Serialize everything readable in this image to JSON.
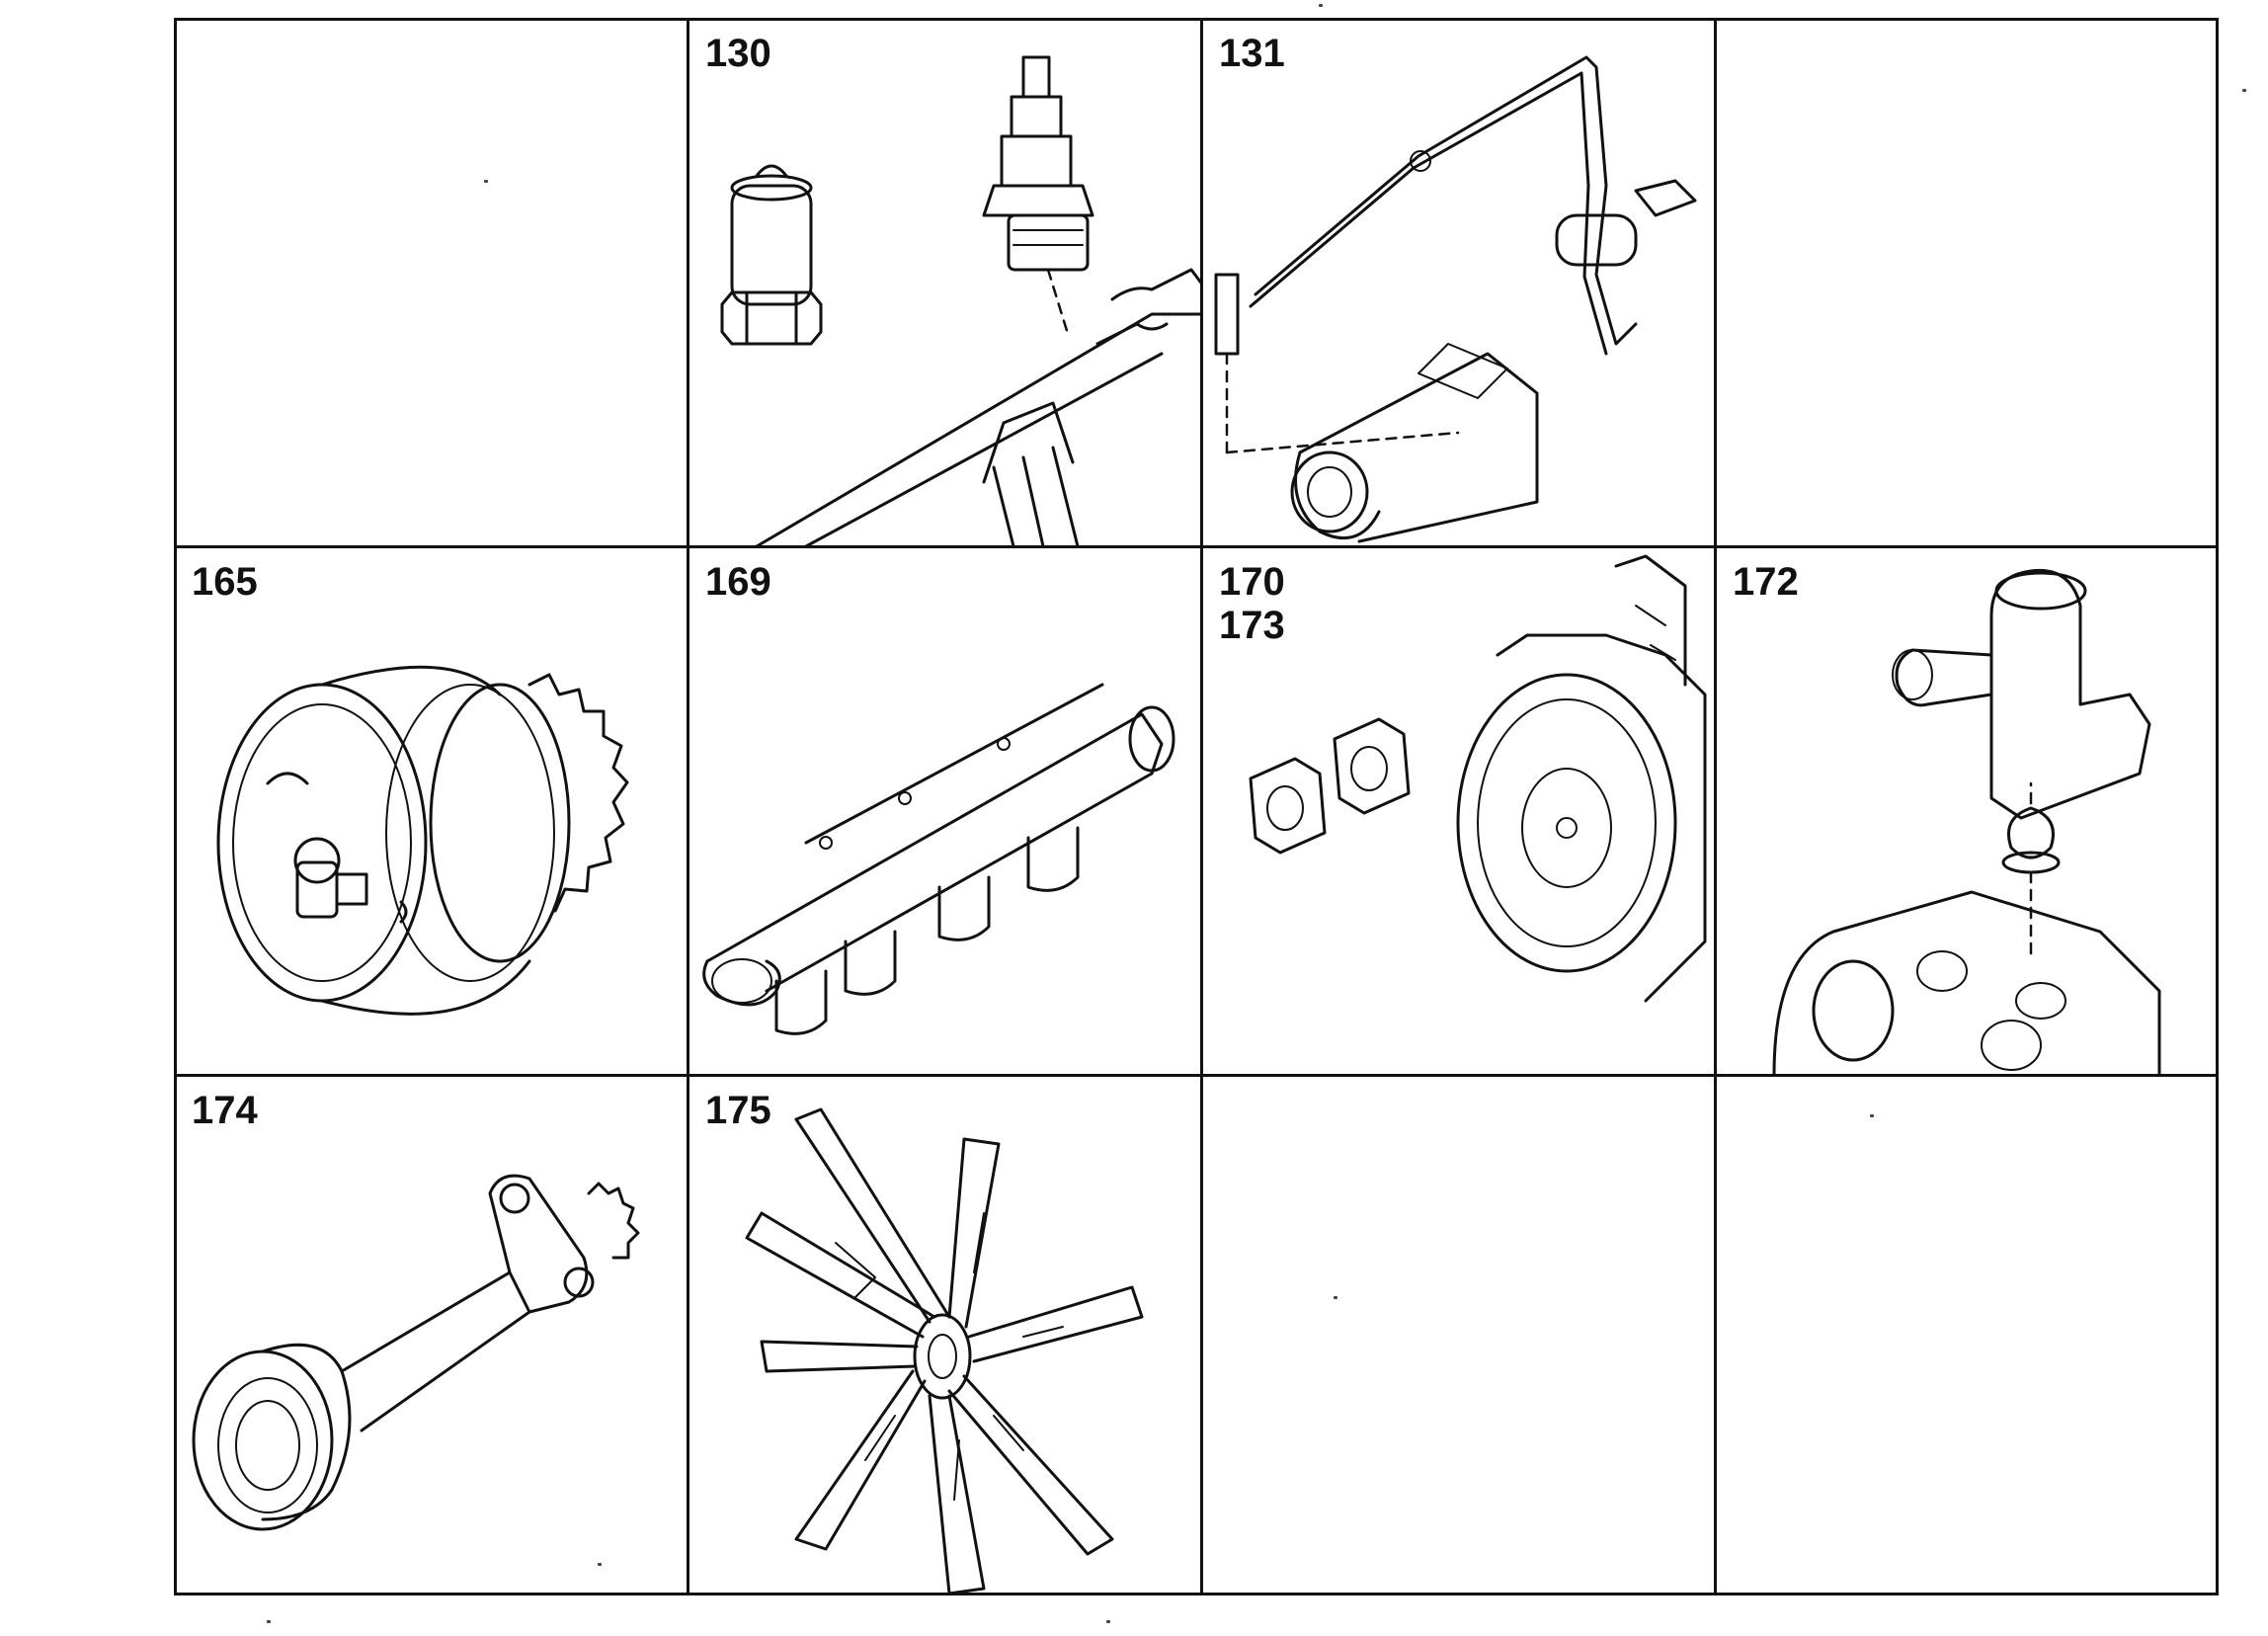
{
  "cells": [
    {
      "labels": []
    },
    {
      "labels": [
        "130"
      ]
    },
    {
      "labels": [
        "131"
      ]
    },
    {
      "labels": []
    },
    {
      "labels": [
        "165"
      ]
    },
    {
      "labels": [
        "169"
      ]
    },
    {
      "labels": [
        "170",
        "173"
      ]
    },
    {
      "labels": [
        "172"
      ]
    },
    {
      "labels": [
        "174"
      ]
    },
    {
      "labels": [
        "175"
      ]
    },
    {
      "labels": []
    },
    {
      "labels": []
    }
  ]
}
